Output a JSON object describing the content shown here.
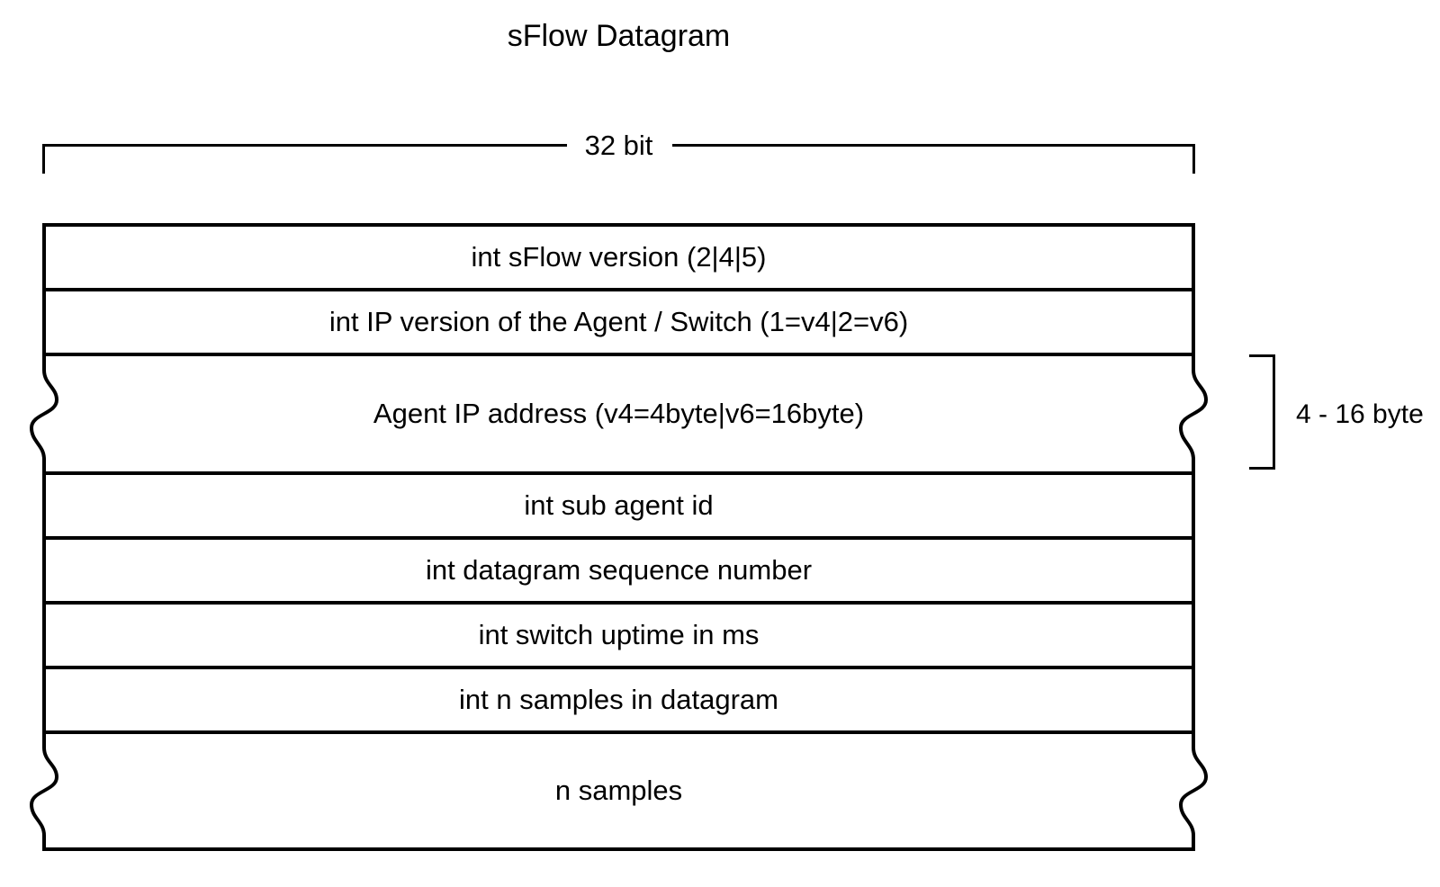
{
  "title": "sFlow Datagram",
  "ruler": {
    "label": "32 bit"
  },
  "fields": [
    {
      "label": "int sFlow version (2|4|5)",
      "variable_length": false
    },
    {
      "label": "int IP version of the Agent / Switch (1=v4|2=v6)",
      "variable_length": false
    },
    {
      "label": "Agent IP address (v4=4byte|v6=16byte)",
      "variable_length": true
    },
    {
      "label": "int sub agent id",
      "variable_length": false
    },
    {
      "label": "int datagram sequence number",
      "variable_length": false
    },
    {
      "label": "int switch uptime in ms",
      "variable_length": false
    },
    {
      "label": "int n samples in datagram",
      "variable_length": false
    },
    {
      "label": "n samples",
      "variable_length": true
    }
  ],
  "bracket": {
    "label": "4 - 16 byte"
  },
  "colors": {
    "ink": "#000000",
    "background": "#ffffff"
  }
}
